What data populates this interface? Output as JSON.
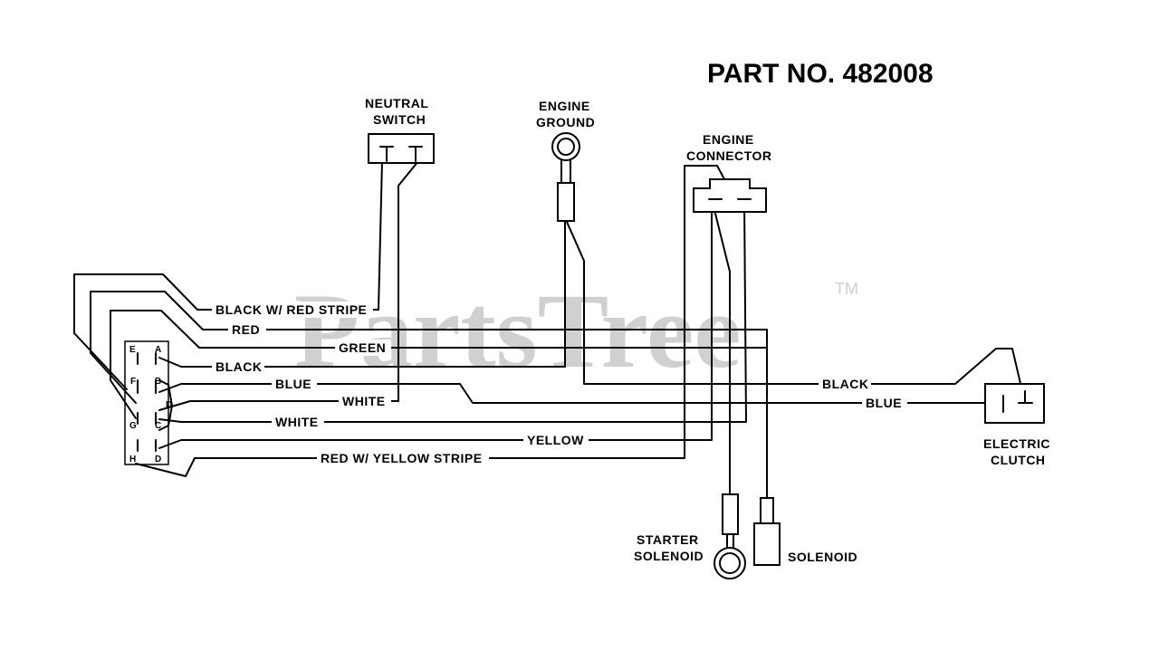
{
  "title": "PART NO. 482008",
  "watermark": {
    "text": "PartsTree",
    "mark": "TM",
    "color": "#d0d0d0"
  },
  "components": {
    "neutral_switch": [
      "NEUTRAL",
      "SWITCH"
    ],
    "engine_ground": [
      "ENGINE",
      "GROUND"
    ],
    "engine_connector": [
      "ENGINE",
      "CONNECTOR"
    ],
    "electric_clutch": [
      "ELECTRIC",
      "CLUTCH"
    ],
    "starter_solenoid": [
      "STARTER",
      "SOLENOID"
    ],
    "solenoid": "SOLENOID"
  },
  "plug_pins": [
    "E",
    "A",
    "F",
    "B",
    "D",
    "G",
    "C",
    "H",
    "D"
  ],
  "wires": {
    "black_red_stripe": "BLACK W/ RED STRIPE",
    "red": "RED",
    "green": "GREEN",
    "black_1": "BLACK",
    "blue_1": "BLUE",
    "white_1": "WHITE",
    "white_2": "WHITE",
    "yellow": "YELLOW",
    "red_yellow_stripe": "RED W/ YELLOW STRIPE",
    "black_2": "BLACK",
    "blue_2": "BLUE"
  }
}
